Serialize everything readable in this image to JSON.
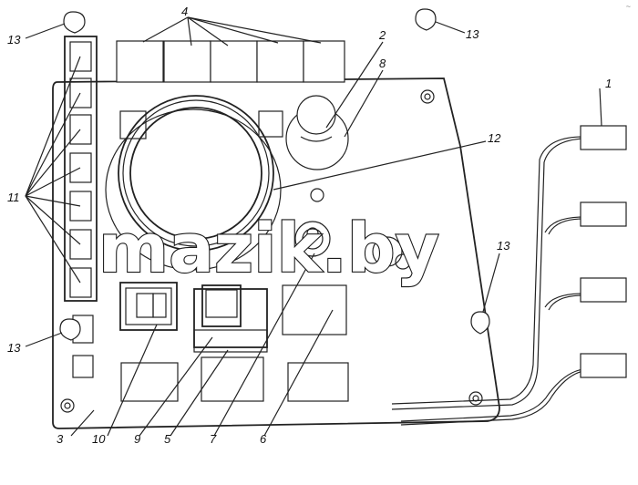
{
  "callouts": [
    "1",
    "2",
    "3",
    "4",
    "5",
    "6",
    "7",
    "8",
    "9",
    "10",
    "11",
    "12",
    "13"
  ],
  "watermark": "mazik.by",
  "corner_mark": "~"
}
